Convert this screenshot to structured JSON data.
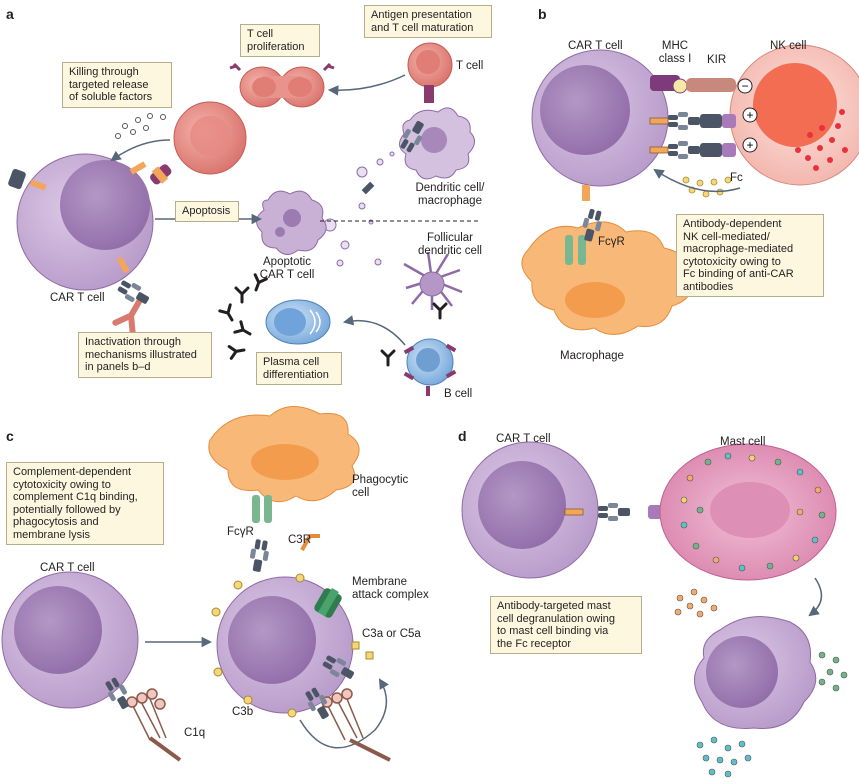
{
  "panels": {
    "a": {
      "letter": "a",
      "boxes": {
        "tcell_proliferation": [
          "T cell",
          "proliferation"
        ],
        "antigen_presentation": [
          "Antigen presentation",
          "and T cell maturation"
        ],
        "killing": [
          "Killing through",
          "targeted release",
          "of soluble factors"
        ],
        "apoptosis": [
          "Apoptosis"
        ],
        "inactivation": [
          "Inactivation through",
          "mechanisms illustrated",
          "in panels b–d"
        ],
        "plasma_cell": [
          "Plasma cell",
          "differentiation"
        ]
      },
      "labels": {
        "t_cell": "T cell",
        "dendritic": [
          "Dendritic cell/",
          "macrophage"
        ],
        "follicular": [
          "Follicular",
          "dendritic cell"
        ],
        "apoptotic": [
          "Apoptotic",
          "CAR T cell"
        ],
        "car_t": "CAR T cell",
        "b_cell": "B cell"
      }
    },
    "b": {
      "letter": "b",
      "labels": {
        "car_t": "CAR T cell",
        "mhc": [
          "MHC",
          "class I"
        ],
        "kir": "KIR",
        "nk": "NK cell",
        "fc": "Fc",
        "fcgr": "FcγR",
        "macrophage": "Macrophage"
      },
      "box": [
        "Antibody-dependent",
        "NK cell-mediated/",
        "macrophage-mediated",
        "cytotoxicity owing to",
        "Fc binding of anti-CAR",
        "antibodies"
      ],
      "signs": {
        "minus": "−",
        "plus": "+"
      }
    },
    "c": {
      "letter": "c",
      "box": [
        "Complement-dependent",
        "cytotoxicity owing to",
        "complement C1q binding,",
        "potentially followed by",
        "phagocytosis and",
        "membrane lysis"
      ],
      "labels": {
        "phagocytic": [
          "Phagocytic",
          "cell"
        ],
        "fcgr": "FcγR",
        "c3r": "C3R",
        "car_t": "CAR T cell",
        "mac": [
          "Membrane",
          "attack complex"
        ],
        "c3a": "C3a or C5a",
        "c3b": "C3b",
        "c1q": "C1q"
      }
    },
    "d": {
      "letter": "d",
      "labels": {
        "car_t": "CAR T cell",
        "mast": "Mast cell"
      },
      "box": [
        "Antibody-targeted mast",
        "cell degranulation owing",
        "to mast cell binding via",
        "the Fc receptor"
      ]
    }
  },
  "colors": {
    "car_t_cell": "#c9b1d6",
    "car_t_nucleus": "#a887bb",
    "t_cell": "#e58c85",
    "nk_cell": "#f6c7c0",
    "macrophage": "#f8b877",
    "mast_cell": "#e8a0c1",
    "b_cell": "#8db8e3",
    "antibody_dark": "#4b5566",
    "receptor_orange": "#f2a65a",
    "box_fill": "#fdf7df",
    "arrow": "#56687a"
  },
  "icons": [
    "antibody-icon",
    "car-receptor-icon",
    "arrow-icon",
    "granule-icon"
  ]
}
